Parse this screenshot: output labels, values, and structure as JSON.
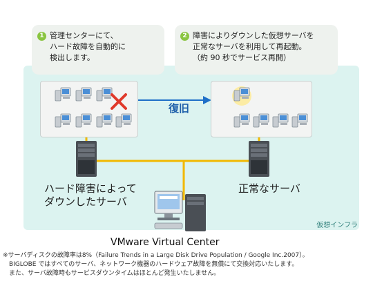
{
  "callouts": [
    {
      "number": "1",
      "text": "管理センターにて、\nハード故障を自動的に\n検出します。"
    },
    {
      "number": "2",
      "text": "障害によりダウンした仮想サーバを\n正常なサーバを利用して再起動。\n（約 90 秒でサービス再開）"
    }
  ],
  "recover_label": "復旧",
  "failed_server_label": "ハード障害によって\nダウンしたサーバ",
  "healthy_server_label": "正常なサーバ",
  "infra_label": "仮想インフラ",
  "vc_label": "VMware Virtual Center",
  "footnote": "※サーバディスクの故障率は8%（Failure Trends in a Large Disk Drive Population / Google Inc.2007）。\n　BIGLOBE ではすべてのサーバ、ネットワーク機器のハードウェア故障を無償にて交換対応いたします。\n　また、サーバ故障時もサービスダウンタイムはほとんど発生いたしません。",
  "colors": {
    "infra_bg": "#dcf3f0",
    "badge": "#8ac541",
    "arrow": "#1e6fc8",
    "link": "#f2b800",
    "failure_x": "#e0392b"
  },
  "icons": {
    "vm": "vm-monitor-icon",
    "failed_vm": "failed-vm-icon",
    "server": "server-tower-icon",
    "workstation": "workstation-icon"
  }
}
